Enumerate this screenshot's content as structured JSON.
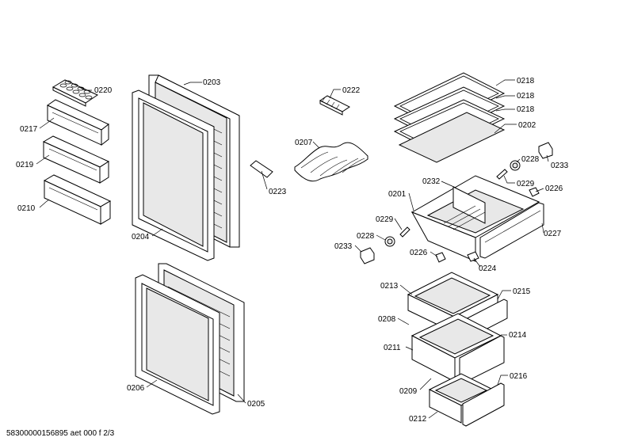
{
  "diagram": {
    "labels": [
      {
        "id": "0220",
        "text": "0220"
      },
      {
        "id": "0203",
        "text": "0203"
      },
      {
        "id": "0222",
        "text": "0222"
      },
      {
        "id": "0218a",
        "text": "0218"
      },
      {
        "id": "0218b",
        "text": "0218"
      },
      {
        "id": "0218c",
        "text": "0218"
      },
      {
        "id": "0202",
        "text": "0202"
      },
      {
        "id": "0217",
        "text": "0217"
      },
      {
        "id": "0207",
        "text": "0207"
      },
      {
        "id": "0228a",
        "text": "0228"
      },
      {
        "id": "0233a",
        "text": "0233"
      },
      {
        "id": "0219",
        "text": "0219"
      },
      {
        "id": "0223",
        "text": "0223"
      },
      {
        "id": "0232",
        "text": "0232"
      },
      {
        "id": "0229a",
        "text": "0229"
      },
      {
        "id": "0226a",
        "text": "0226"
      },
      {
        "id": "0210",
        "text": "0210"
      },
      {
        "id": "0201",
        "text": "0201"
      },
      {
        "id": "0229b",
        "text": "0229"
      },
      {
        "id": "0227",
        "text": "0227"
      },
      {
        "id": "0204",
        "text": "0204"
      },
      {
        "id": "0228b",
        "text": "0228"
      },
      {
        "id": "0233b",
        "text": "0233"
      },
      {
        "id": "0226b",
        "text": "0226"
      },
      {
        "id": "0224",
        "text": "0224"
      },
      {
        "id": "0213",
        "text": "0213"
      },
      {
        "id": "0215",
        "text": "0215"
      },
      {
        "id": "0208",
        "text": "0208"
      },
      {
        "id": "0214",
        "text": "0214"
      },
      {
        "id": "0211",
        "text": "0211"
      },
      {
        "id": "0216",
        "text": "0216"
      },
      {
        "id": "0206",
        "text": "0206"
      },
      {
        "id": "0209",
        "text": "0209"
      },
      {
        "id": "0205",
        "text": "0205"
      },
      {
        "id": "0212",
        "text": "0212"
      }
    ]
  },
  "footer": {
    "text": "58300000156895 aet 000 f 2/3"
  }
}
